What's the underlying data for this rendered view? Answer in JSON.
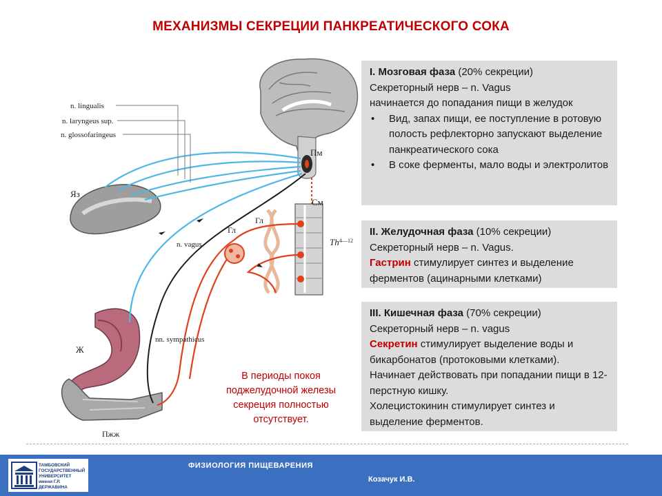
{
  "title": "МЕХАНИЗМЫ СЕКРЕЦИИ  ПАНКРЕАТИЧЕСКОГО СОКА",
  "diagram_labels": {
    "lingualis": "n. lingualis",
    "laryngeus": "n. laryngeus sup.",
    "glossofaringeus": "n. glossofaringeus",
    "tongue": "Яз",
    "pm": "Пм",
    "sm": "См",
    "th": "Th",
    "th_range": "4—12",
    "gl1": "Гл",
    "gl2": "Гл",
    "vagus": "n. vagus",
    "stomach": "Ж",
    "sympathicus": "nn. sympathicus",
    "pancreas": "Пжж"
  },
  "phase1": {
    "title": "I. Мозговая фаза",
    "percent": " (20% секреции)",
    "nerve": "Секреторный нерв – n. Vagus",
    "start": "начинается до попадания пищи в желудок",
    "bullet1": "Вид, запах пищи, ее поступление в ротовую полость рефлекторно запускают выделение панкреатического сока",
    "bullet2": "В соке ферменты, мало воды и электролитов"
  },
  "phase2": {
    "title": "II. Желудочная фаза",
    "percent": " (10% секреции)",
    "nerve": "Секреторный нерв – n. Vagus.",
    "hormone": "Гастрин",
    "hormone_text": " стимулирует синтез и выделение ферментов (ацинарными клетками)"
  },
  "phase3": {
    "title": "III. Кишечная фаза",
    "percent": " (70% секреции)",
    "nerve": "Секреторный нерв – n. vagus",
    "hormone": "Секретин",
    "hormone_text": " стимулирует выделение воды и бикарбонатов (протоковыми клетками).",
    "line3": "Начинает действовать при попадании пищи в 12-перстную кишку.",
    "line4": "Холецистокинин стимулирует синтез и выделение ферментов."
  },
  "note": "В периоды покоя поджелудочной железы секреция полностью отсутствует.",
  "footer": {
    "logo_lines": [
      "ТАМБОВСКИЙ",
      "ГОСУДАРСТВЕННЫЙ",
      "УНИВЕРСИТЕТ",
      "имени Г.Р. ДЕРЖАВИНА"
    ],
    "subject": "ФИЗИОЛОГИЯ  ПИЩЕВАРЕНИЯ",
    "author": "Козачук И.В."
  },
  "colors": {
    "title": "#c00000",
    "footer": "#3b6fc0",
    "box": "#dcdcdc",
    "afferent": "#4fb7e6",
    "efferent": "#e0401a"
  }
}
